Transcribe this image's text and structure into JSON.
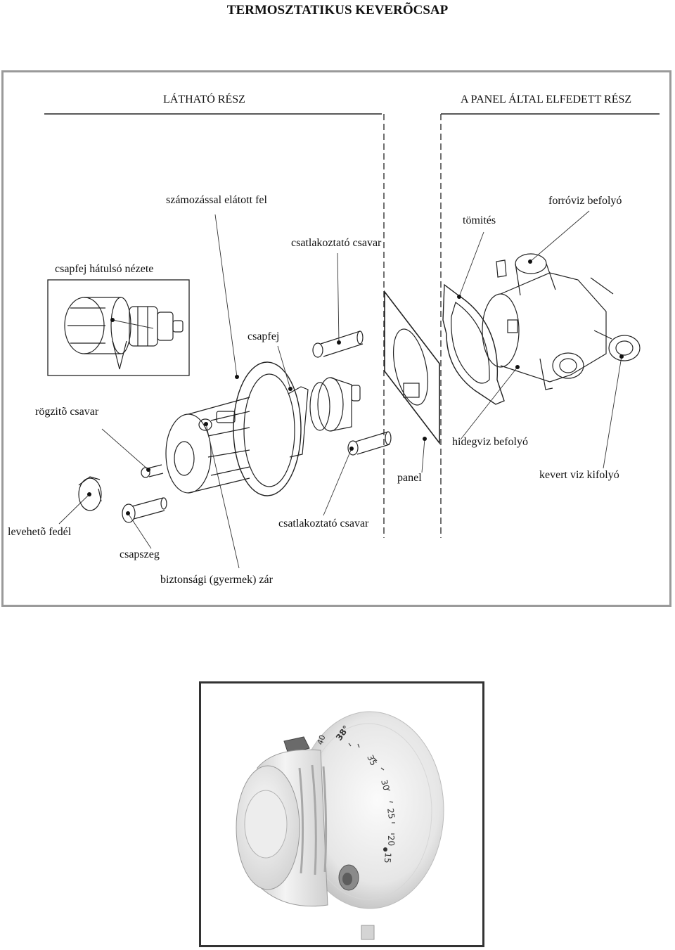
{
  "title": "TERMOSZTATIKUS KEVERÕCSAP",
  "sections": {
    "visible": "LÁTHATÓ RÉSZ",
    "hidden": "A PANEL ÁLTAL ELFEDETT RÉSZ"
  },
  "labels": {
    "numbered_part": "számozással elátott fel",
    "connecting_screw_top": "csatlakoztató csavar",
    "gasket": "tömités",
    "hot_inlet": "forróviz befolyó",
    "head_back_view": "csapfej hátulsó nézete",
    "head": "csapfej",
    "fixing_screw": "rögzitõ csavar",
    "cold_inlet": "hidegviz befolyó",
    "panel": "panel",
    "mixed_outlet": "kevert viz kifolyó",
    "removable_cover": "levehetõ fedél",
    "connecting_screw_bottom": "csatlakoztató csavar",
    "pin": "csapszeg",
    "child_lock": "biztonsági (gyermek) zár"
  },
  "dial": {
    "marks": [
      "40",
      "38°",
      "35",
      "30",
      "25",
      "20",
      "15"
    ]
  }
}
